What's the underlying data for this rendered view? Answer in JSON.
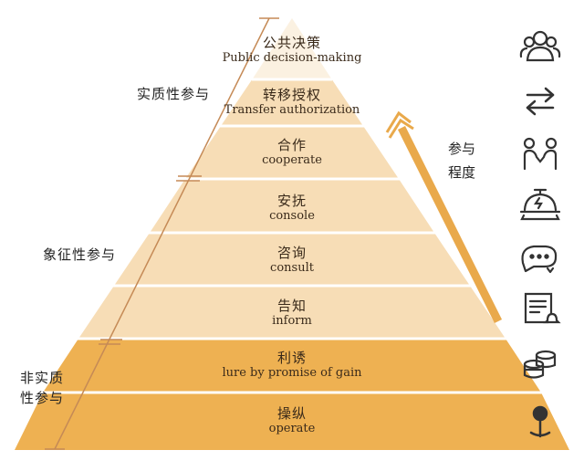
{
  "levels": [
    {
      "zh": "公共决策",
      "en": "Public decision-making"
    },
    {
      "zh": "转移授权",
      "en": "Transfer authorization"
    },
    {
      "zh": "合作",
      "en": "cooperate"
    },
    {
      "zh": "安抚",
      "en": "console"
    },
    {
      "zh": "咨询",
      "en": "consult"
    },
    {
      "zh": "告知",
      "en": "inform"
    },
    {
      "zh": "利诱",
      "en": "lure by promise of gain"
    },
    {
      "zh": "操纵",
      "en": "operate"
    }
  ],
  "groups": {
    "substantive": [
      "实质性参与"
    ],
    "symbolic": [
      "象征性参与"
    ],
    "non_substantive": [
      "非实质",
      "性参与"
    ]
  },
  "degree_label": [
    "参与",
    "程度"
  ],
  "icons": [
    "people-group-icon",
    "exchange-arrows-icon",
    "handshake-people-icon",
    "service-bell-icon",
    "chat-bubbles-icon",
    "document-notification-icon",
    "coin-stack-icon",
    "joystick-icon"
  ],
  "colors": {
    "light_tier": "#f7ddb6",
    "dark_tier": "#eeb152",
    "apex": "#fbf1e1",
    "bracket": "#c58a56",
    "arrow": "#e9a94b",
    "icon": "#333333"
  }
}
